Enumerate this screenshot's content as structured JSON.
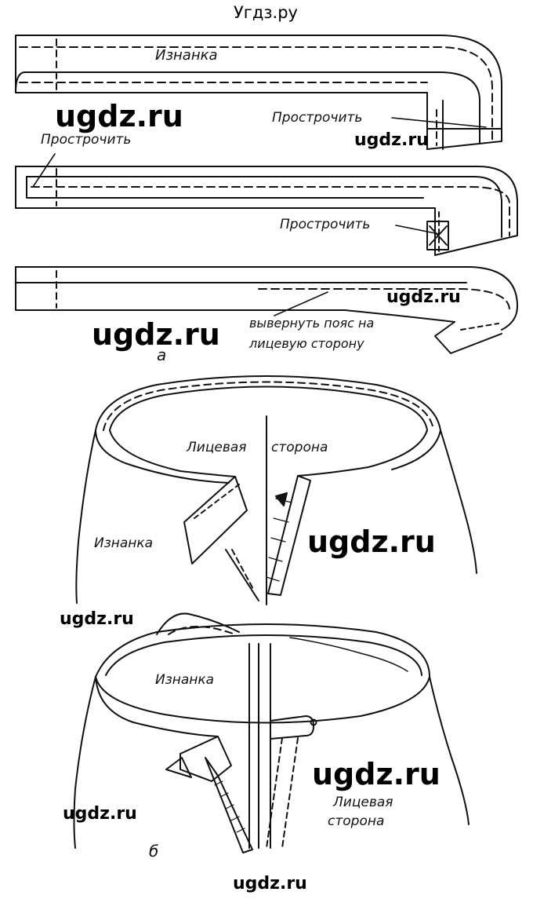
{
  "site_title": "Угдз.ру",
  "watermark": "ugdz.ru",
  "labels": {
    "iznanka_1": "Изнанка",
    "prostrochit_1": "Прострочить",
    "prostrochit_2": "Прострочить",
    "prostrochit_3": "Прострочить",
    "vyvernut_line1": "вывернуть пояс на",
    "vyvernut_line2": "лицевую сторону",
    "fig_a": "а",
    "litsevaya_1": "Лицевая",
    "storona_1": "сторона",
    "iznanka_2": "Изнанка",
    "iznanka_3": "Изнанка",
    "litsevaya_2": "Лицевая",
    "storona_2": "сторона",
    "fig_b": "б"
  },
  "colors": {
    "line": "#111111",
    "background": "#ffffff"
  }
}
